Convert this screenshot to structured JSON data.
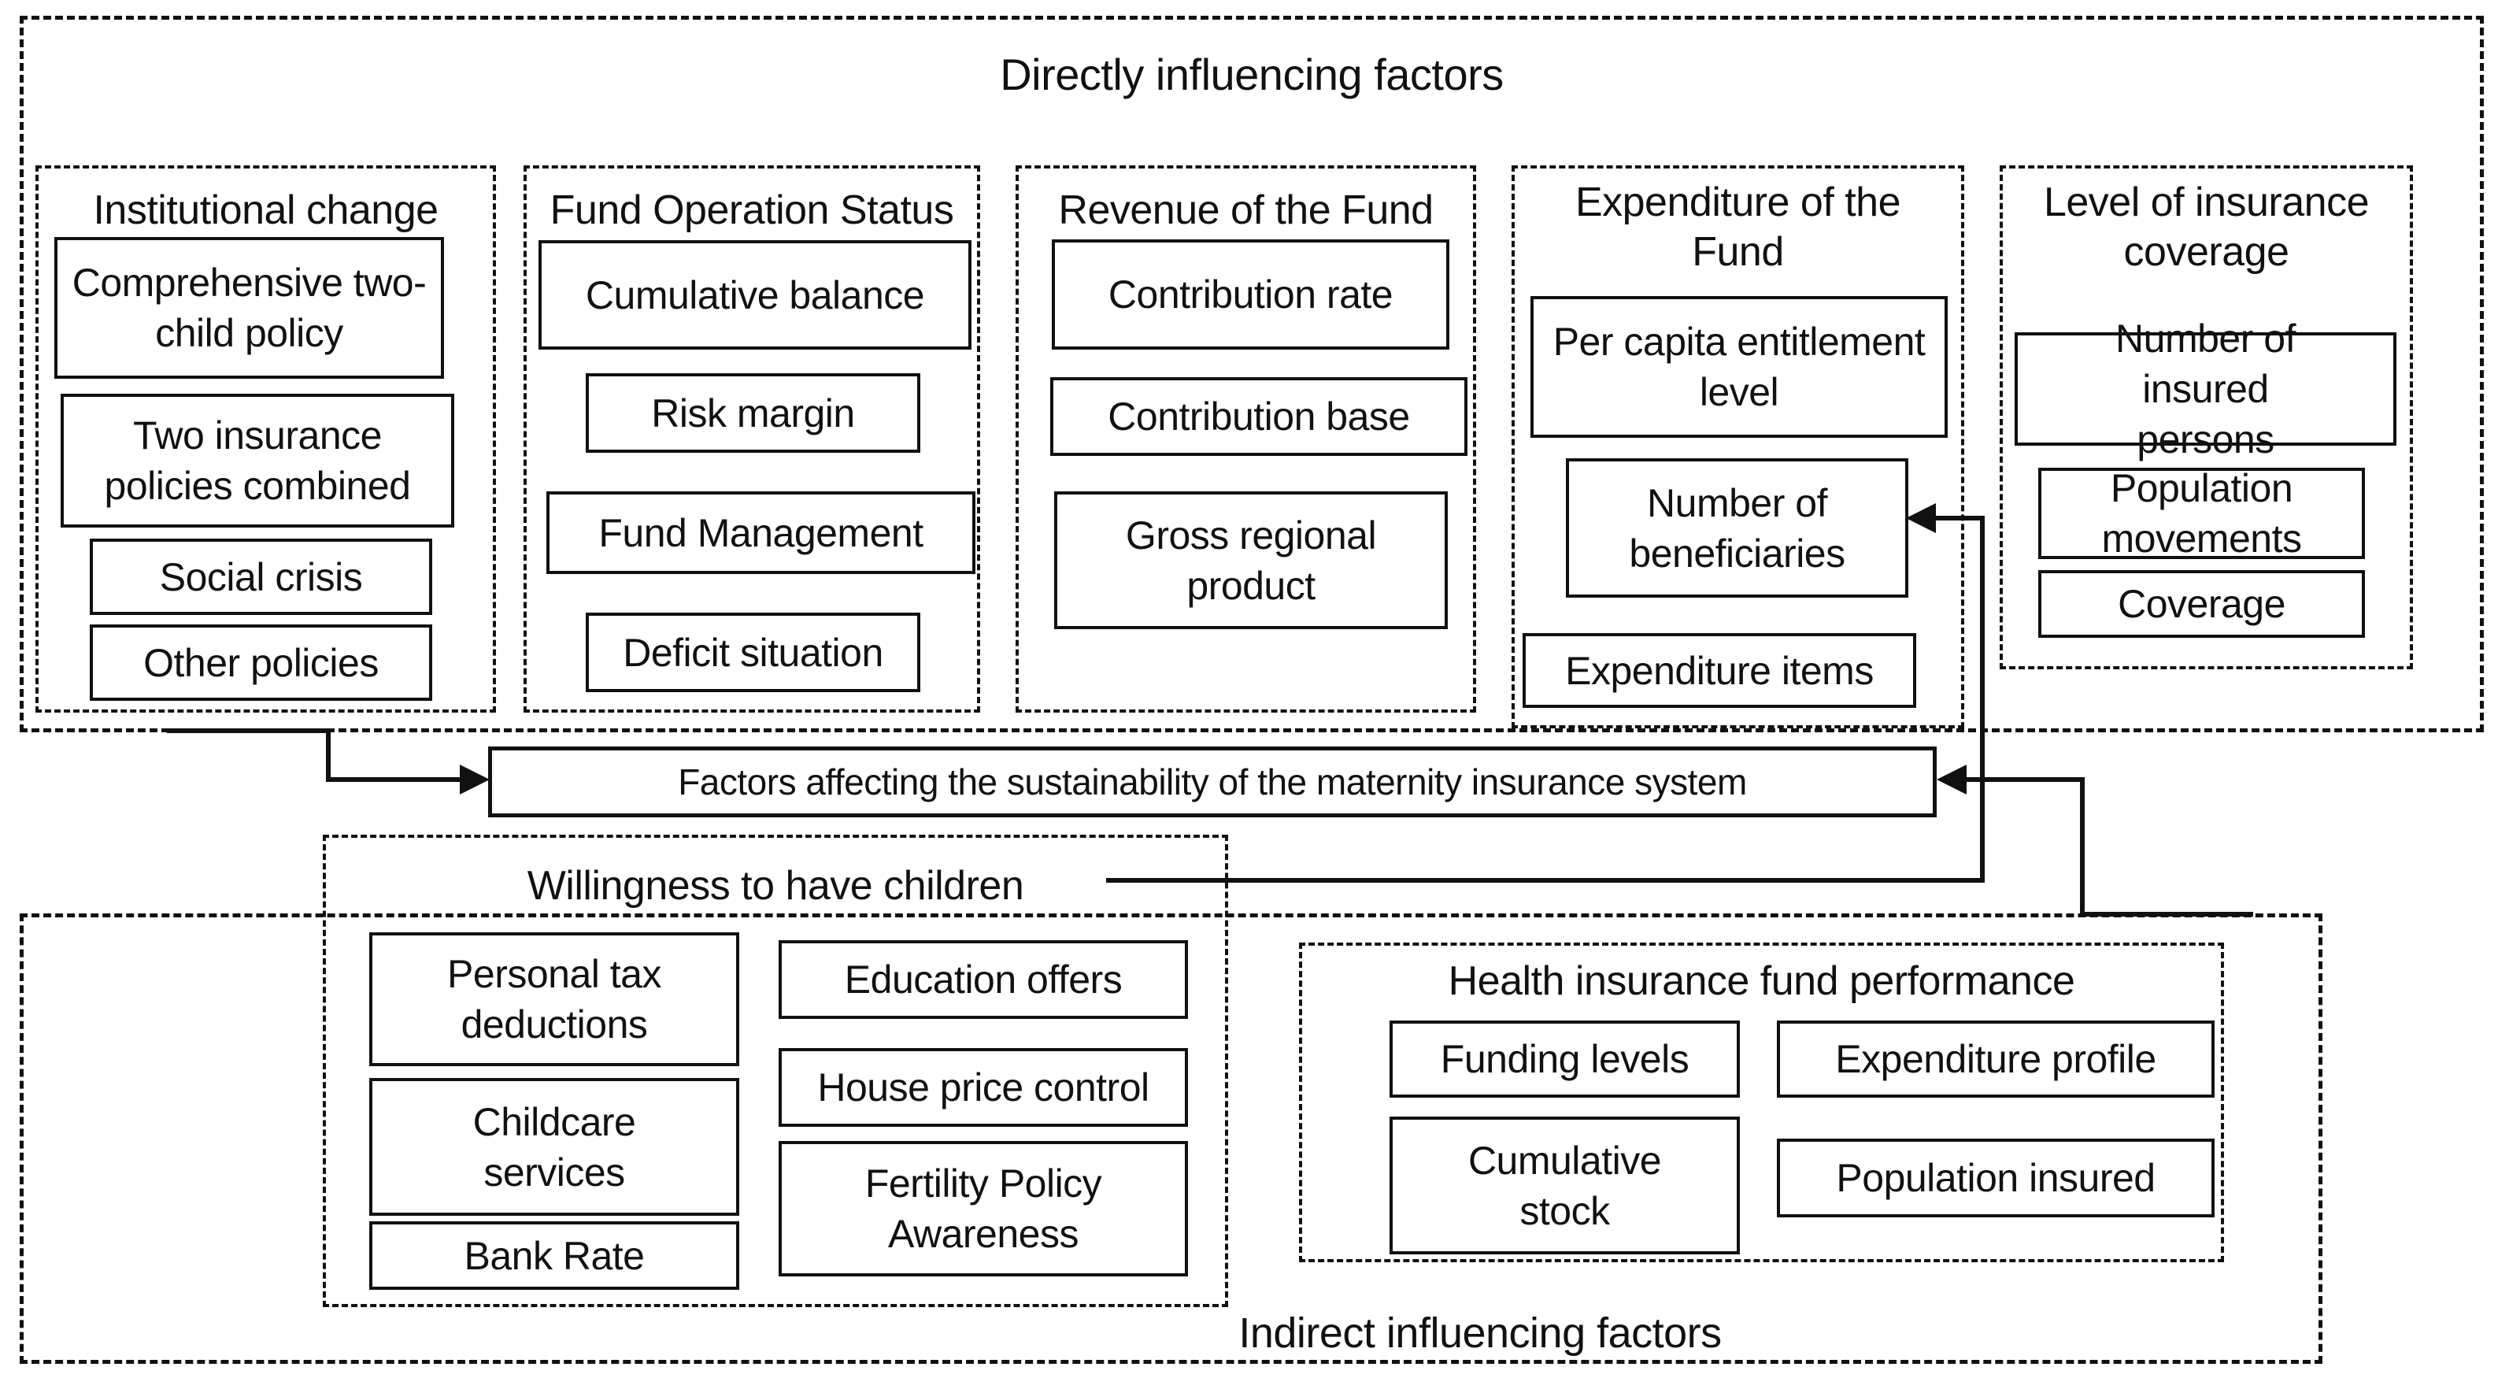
{
  "direct_section": {
    "title": "Directly influencing factors",
    "groups": [
      {
        "title": "Institutional change",
        "items": [
          "Comprehensive two-child policy",
          "Two insurance policies combined",
          "Social crisis",
          "Other policies"
        ]
      },
      {
        "title": "Fund Operation Status",
        "items": [
          "Cumulative balance",
          "Risk margin",
          "Fund Management",
          "Deficit situation"
        ]
      },
      {
        "title": "Revenue of the Fund",
        "items": [
          "Contribution rate",
          "Contribution base",
          "Gross regional product"
        ]
      },
      {
        "title": "Expenditure of the Fund",
        "items": [
          "Per capita entitlement level",
          "Number of beneficiaries",
          "Expenditure items"
        ]
      },
      {
        "title": "Level of insurance coverage",
        "items": [
          "Number of insured persons",
          "Population movements",
          "Coverage"
        ]
      }
    ]
  },
  "central": {
    "label": "Factors affecting the sustainability of the maternity insurance system"
  },
  "indirect_section": {
    "title": "Indirect influencing factors",
    "willingness": {
      "title": "Willingness to have children",
      "items": [
        "Personal tax deductions",
        "Childcare services",
        "Bank Rate",
        "Education offers",
        "House price control",
        "Fertility Policy Awareness"
      ]
    },
    "health": {
      "title": "Health insurance fund performance",
      "items": [
        "Funding levels",
        "Expenditure profile",
        "Cumulative stock",
        "Population insured"
      ]
    }
  },
  "colors": {
    "line": "#111111",
    "background": "#ffffff"
  }
}
